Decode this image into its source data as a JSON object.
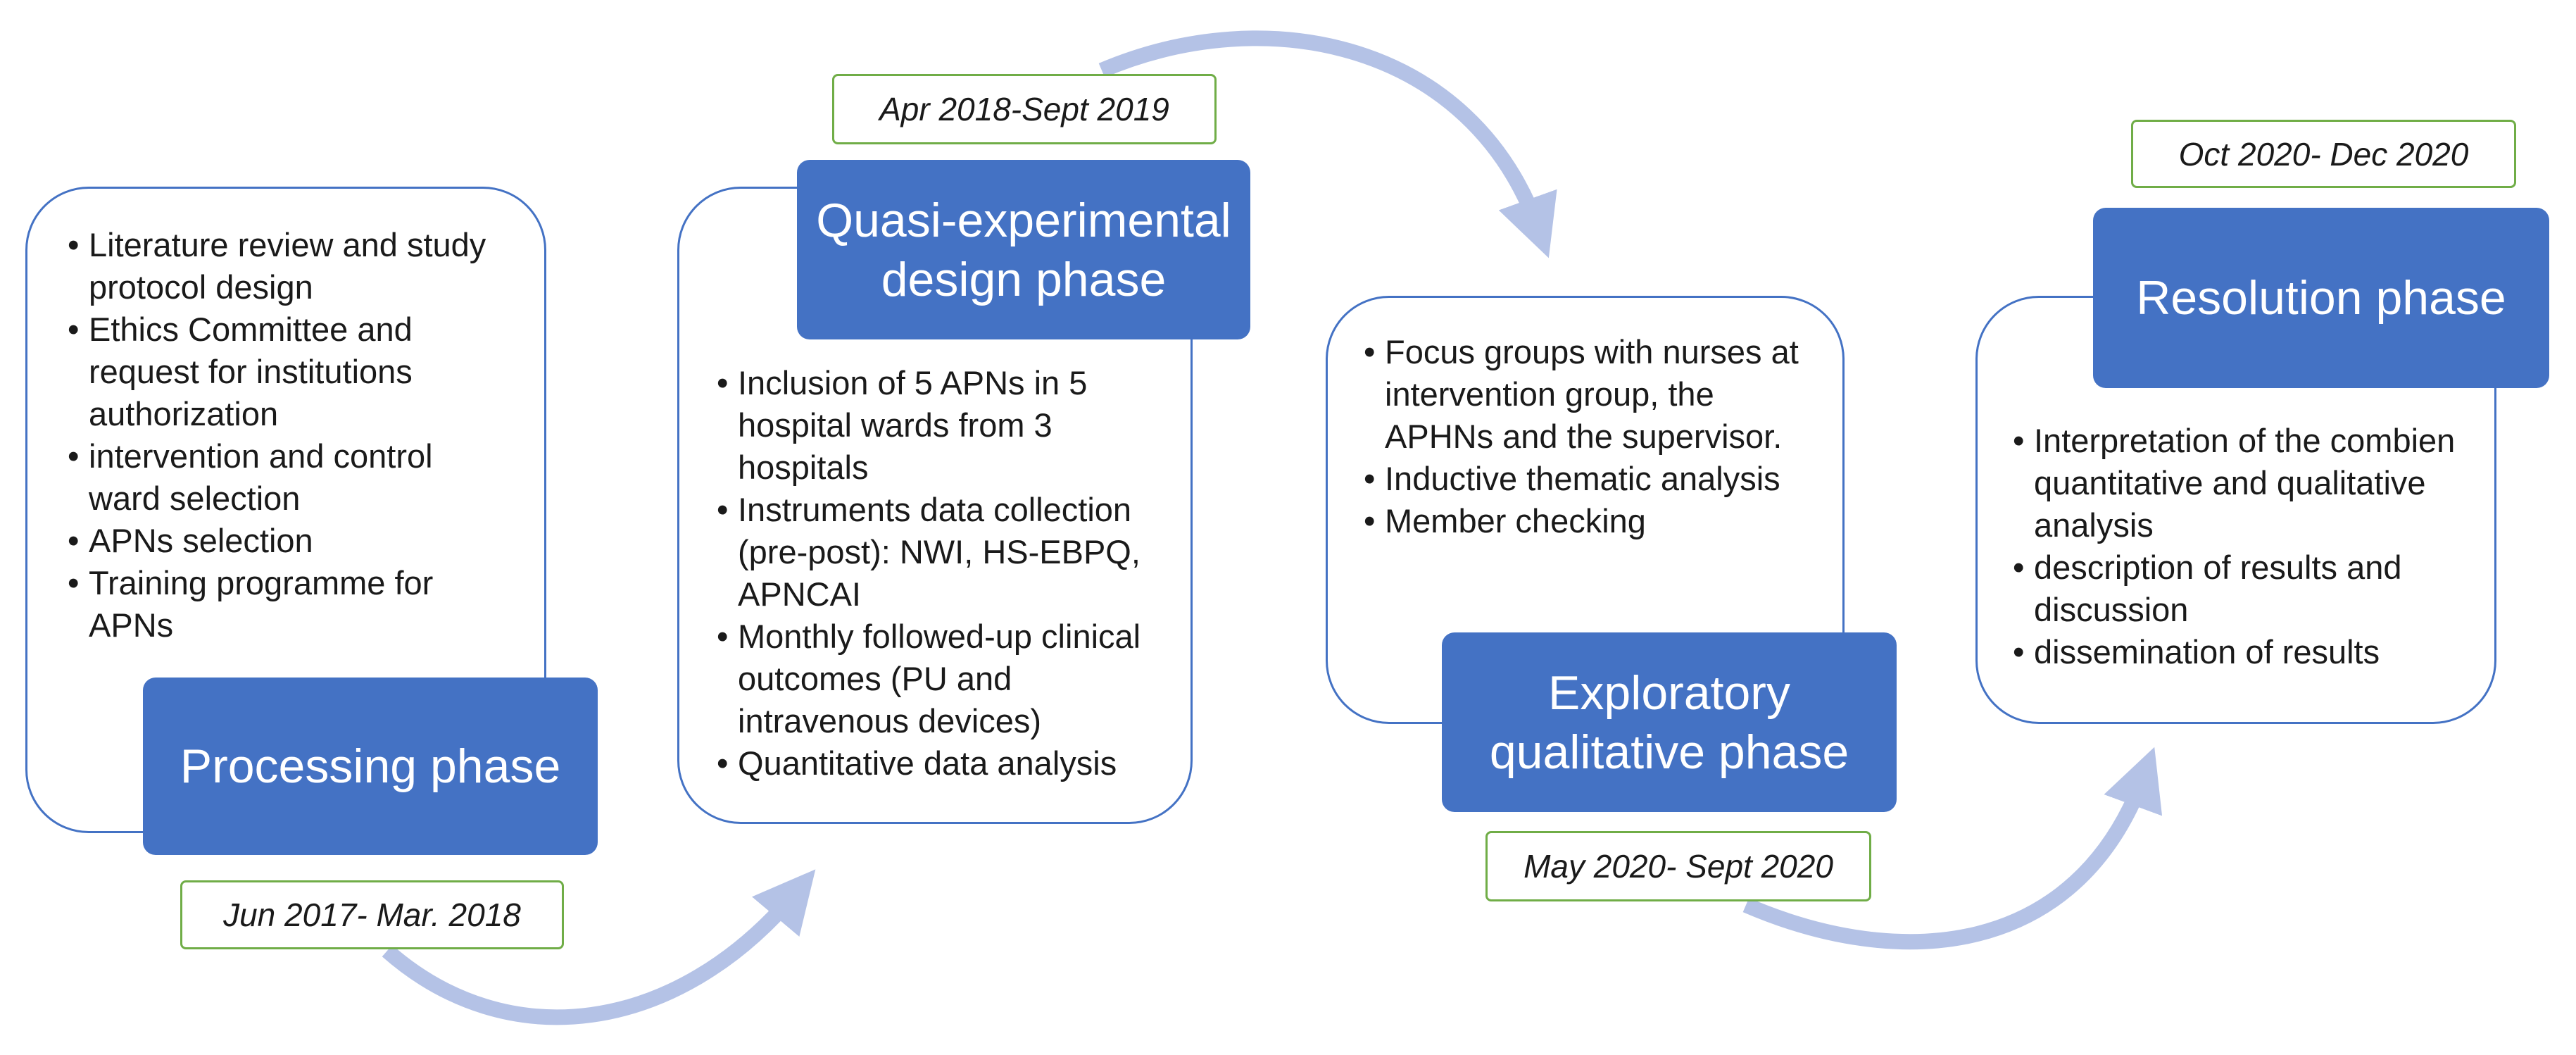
{
  "colors": {
    "phase_fill": "#4472c4",
    "card_border": "#4472c4",
    "date_border": "#70ad47",
    "arrow": "#b4c2e6"
  },
  "phases": [
    {
      "title": "Processing phase",
      "date": "Jun 2017- Mar. 2018",
      "items": [
        "Literature review and study protocol design",
        "Ethics Committee and request for institutions authorization",
        "intervention and control ward selection",
        "APNs selection",
        "Training programme for APNs"
      ]
    },
    {
      "title": "Quasi-experimental design phase",
      "date": "Apr 2018-Sept 2019",
      "items": [
        "Inclusion of 5 APNs in 5 hospital wards from 3 hospitals",
        "Instruments data collection (pre-post): NWI, HS-EBPQ, APNCAI",
        "Monthly followed-up clinical outcomes (PU and intravenous devices)",
        "Quantitative data analysis"
      ]
    },
    {
      "title": "Exploratory qualitative phase",
      "date": "May 2020- Sept 2020",
      "items": [
        "Focus groups with nurses at intervention group, the APHNs and the supervisor.",
        "Inductive thematic analysis",
        "Member checking"
      ]
    },
    {
      "title": "Resolution phase",
      "date": "Oct 2020- Dec 2020",
      "items": [
        "Interpretation of the combien quantitative and qualitative analysis",
        "description of results and discussion",
        "dissemination of results"
      ]
    }
  ]
}
